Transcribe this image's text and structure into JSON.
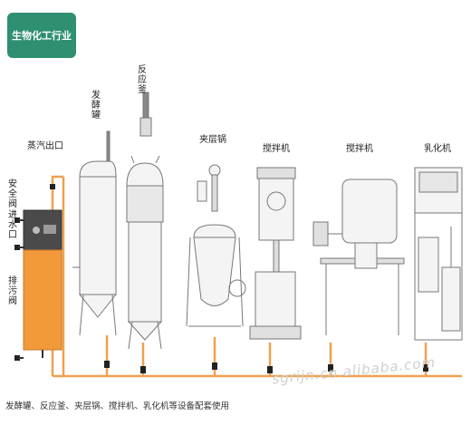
{
  "badge": {
    "title": "生物化工行业"
  },
  "labels": {
    "steam_outlet": "蒸汽出口",
    "safety_valve": "安全阀",
    "water_inlet": "进水口",
    "drain_valve": "排污阀",
    "fermenter": "发酵罐",
    "reactor": "反应釜",
    "jacketed_kettle": "夹层锅",
    "mixer_1": "搅拌机",
    "mixer_2": "搅拌机",
    "emulsifier": "乳化机"
  },
  "caption": "发酵罐、反应釜、夹层锅、搅拌机、乳化机等设备配套使用",
  "watermark": "sgrijn.cn.alibaba.com",
  "colors": {
    "badge": "#2f8f72",
    "pipe": "#f0a050",
    "boiler": "#f29a3a",
    "boiler_top": "#4a4a4a"
  }
}
